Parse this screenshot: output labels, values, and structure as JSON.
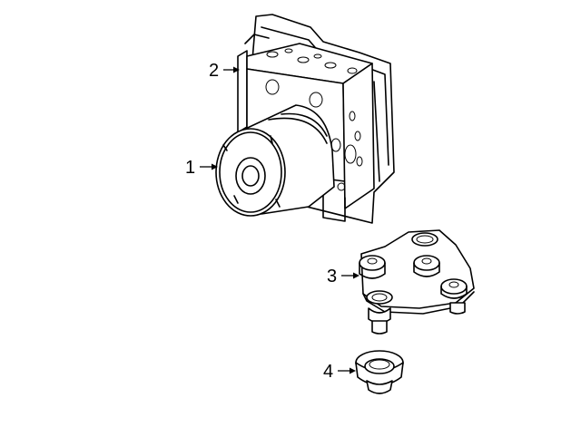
{
  "callouts": [
    {
      "id": "1",
      "label": "1",
      "part": "abs-modulator-motor"
    },
    {
      "id": "2",
      "label": "2",
      "part": "abs-hydraulic-block"
    },
    {
      "id": "3",
      "label": "3",
      "part": "mounting-bracket"
    },
    {
      "id": "4",
      "label": "4",
      "part": "grommet"
    }
  ]
}
